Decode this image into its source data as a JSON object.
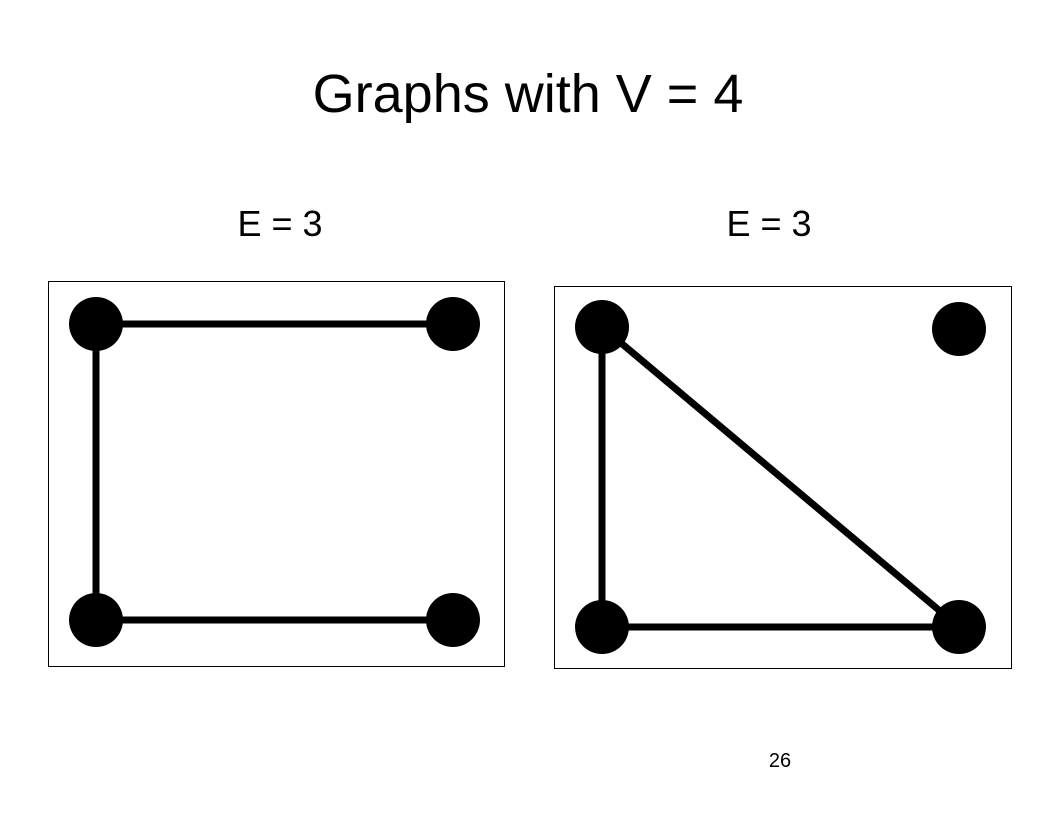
{
  "slide": {
    "title": "Graphs with V = 4",
    "page_number": "26"
  },
  "graphs": [
    {
      "caption": "E = 3",
      "vertices": [
        "top-left",
        "top-right",
        "bottom-left",
        "bottom-right"
      ],
      "edges": [
        [
          "top-left",
          "top-right"
        ],
        [
          "top-left",
          "bottom-left"
        ],
        [
          "bottom-left",
          "bottom-right"
        ]
      ]
    },
    {
      "caption": "E = 3",
      "vertices": [
        "top-left",
        "top-right",
        "bottom-left",
        "bottom-right"
      ],
      "edges": [
        [
          "top-left",
          "bottom-left"
        ],
        [
          "top-left",
          "bottom-right"
        ],
        [
          "bottom-left",
          "bottom-right"
        ]
      ]
    }
  ],
  "colors": {
    "background": "#ffffff",
    "ink": "#000000"
  }
}
